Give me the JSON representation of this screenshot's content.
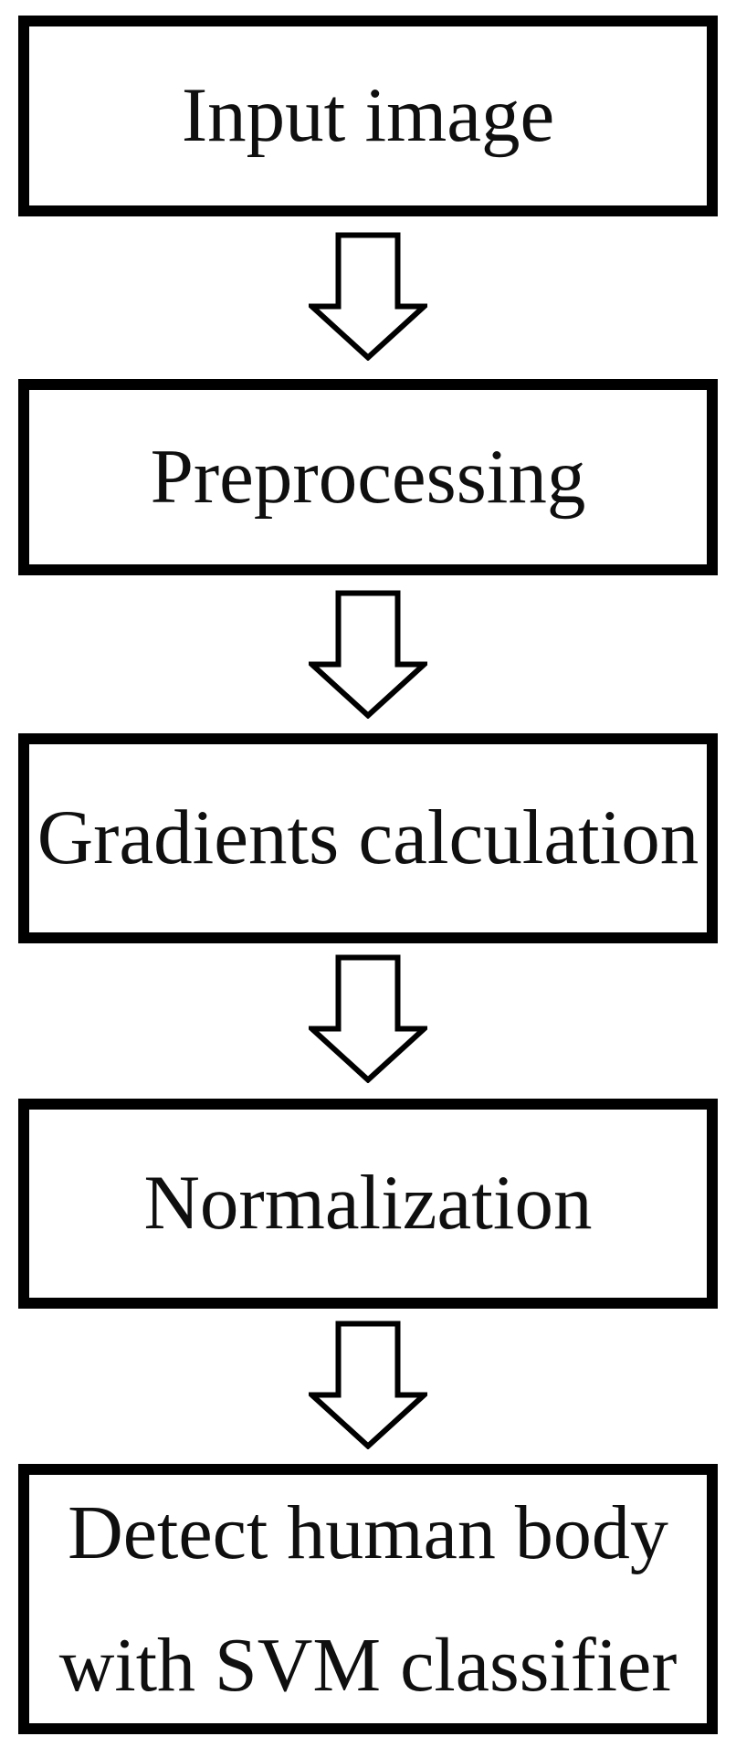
{
  "diagram": {
    "type": "flowchart",
    "orientation": "vertical",
    "nodes": [
      {
        "label": "Input image"
      },
      {
        "label": "Preprocessing"
      },
      {
        "label": "Gradients calculation"
      },
      {
        "label": "Normalization"
      },
      {
        "label": "Detect human body with SVM classifier"
      }
    ],
    "connector": {
      "icon": "down-arrow-icon",
      "direction": "down",
      "style": "hollow-block-arrow"
    }
  },
  "colors": {
    "box_border": "#000000",
    "box_fill": "#ffffff",
    "text": "#0f0f0f",
    "page_background": "#ffffff"
  }
}
